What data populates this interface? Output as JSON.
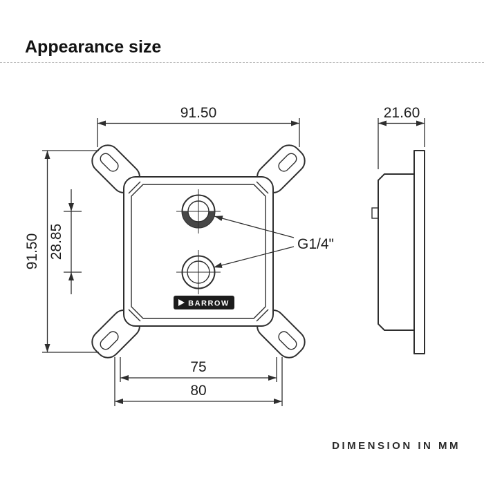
{
  "header": {
    "title": "Appearance size"
  },
  "drawing": {
    "thread_label": "G1/4\"",
    "logo_text": "BARROW",
    "dims": {
      "overall_width_mm": "91.50",
      "depth_mm": "21.60",
      "overall_height_mm": "91.50",
      "port_spacing_mm": "28.85",
      "bottom_inner_mm": "75",
      "bottom_outer_mm": "80"
    }
  },
  "footer": {
    "note": "DIMENSION IN MM"
  }
}
